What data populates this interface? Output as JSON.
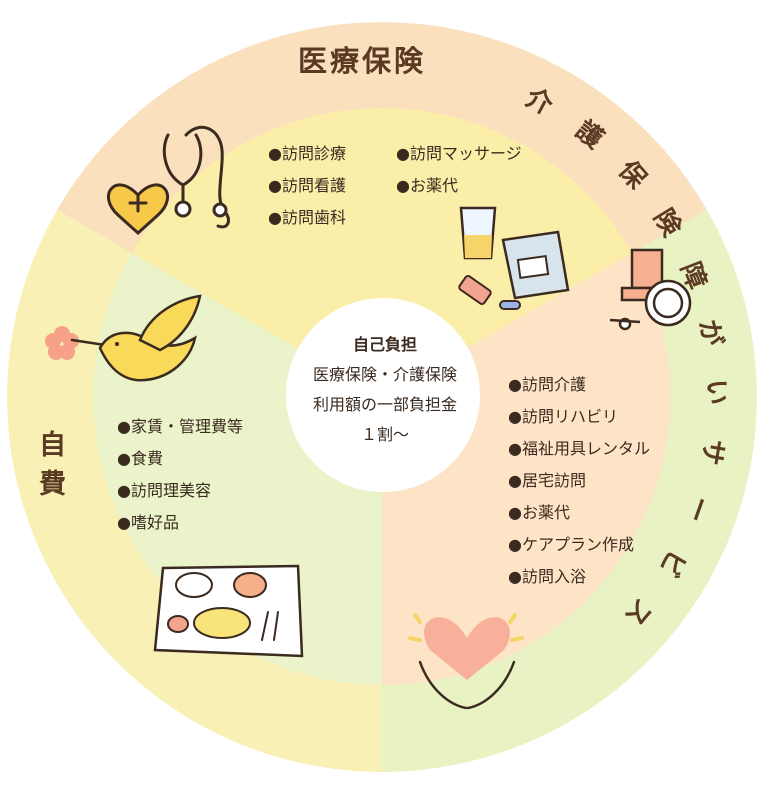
{
  "sections": {
    "medical": {
      "title": "医療保険",
      "items": [
        "●訪問診療",
        "●訪問看護",
        "●訪問歯科",
        "●訪問マッサージ",
        "●お薬代"
      ]
    },
    "self_pay": {
      "title": "自費",
      "items": [
        "●家賃・管理費等",
        "●食費",
        "●訪問理美容",
        "●嗜好品"
      ]
    },
    "care": {
      "title": "介護保険障がいサービス",
      "items": [
        "●訪問介護",
        "●訪問リハビリ",
        "●福祉用具レンタル",
        "●居宅訪問",
        "●お薬代",
        "●ケアプラン作成",
        "●訪問入浴"
      ]
    }
  },
  "center": {
    "head": "自己負担",
    "line1": "医療保険・介護保険",
    "line2": "利用額の一部負担金",
    "line3": "１割〜"
  },
  "colors": {
    "outer_medical": "#fae0bd",
    "inner_medical": "#fbeea8",
    "outer_self": "#f8f0b4",
    "inner_self": "#eaf3c9",
    "outer_care": "#e8f2c2",
    "inner_care": "#fde4c6",
    "text": "#3a2a20",
    "title": "#5a3a22"
  },
  "icons": [
    "heart-plus-icon",
    "stethoscope-icon",
    "medicine-bag-icon",
    "glass-icon",
    "pill-icon",
    "wheelchair-icon",
    "dove-icon",
    "flower-icon",
    "meal-tray-icon",
    "heart-hands-icon"
  ]
}
